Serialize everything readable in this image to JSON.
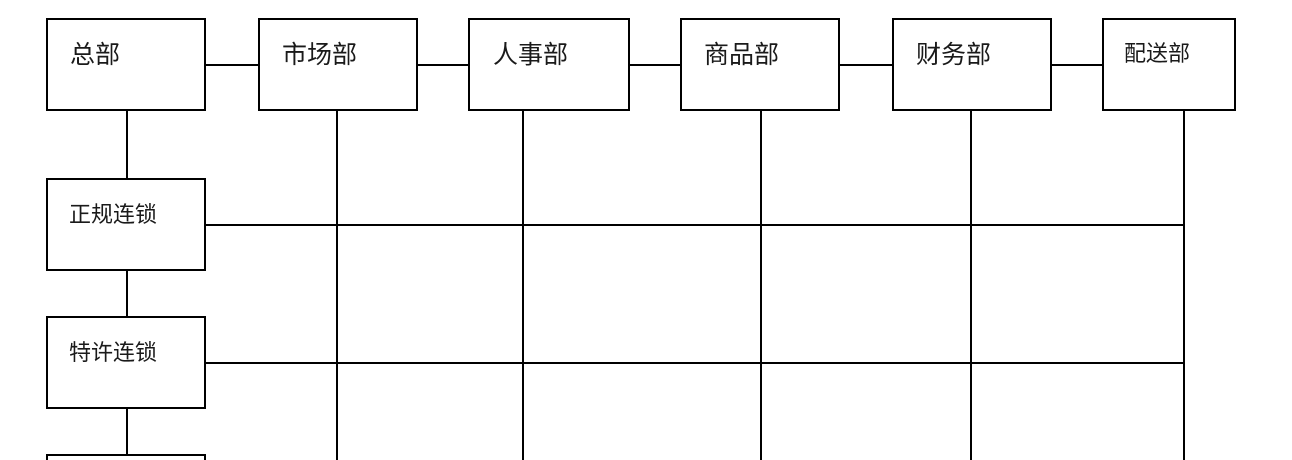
{
  "departments": [
    {
      "id": "hq",
      "label": "总部"
    },
    {
      "id": "marketing",
      "label": "市场部"
    },
    {
      "id": "hr",
      "label": "人事部"
    },
    {
      "id": "merchandise",
      "label": "商品部"
    },
    {
      "id": "finance",
      "label": "财务部"
    },
    {
      "id": "delivery",
      "label": "配送部"
    }
  ],
  "chain_types": [
    {
      "id": "regular",
      "label": "正规连锁"
    },
    {
      "id": "franchise",
      "label": "特许连锁"
    }
  ]
}
